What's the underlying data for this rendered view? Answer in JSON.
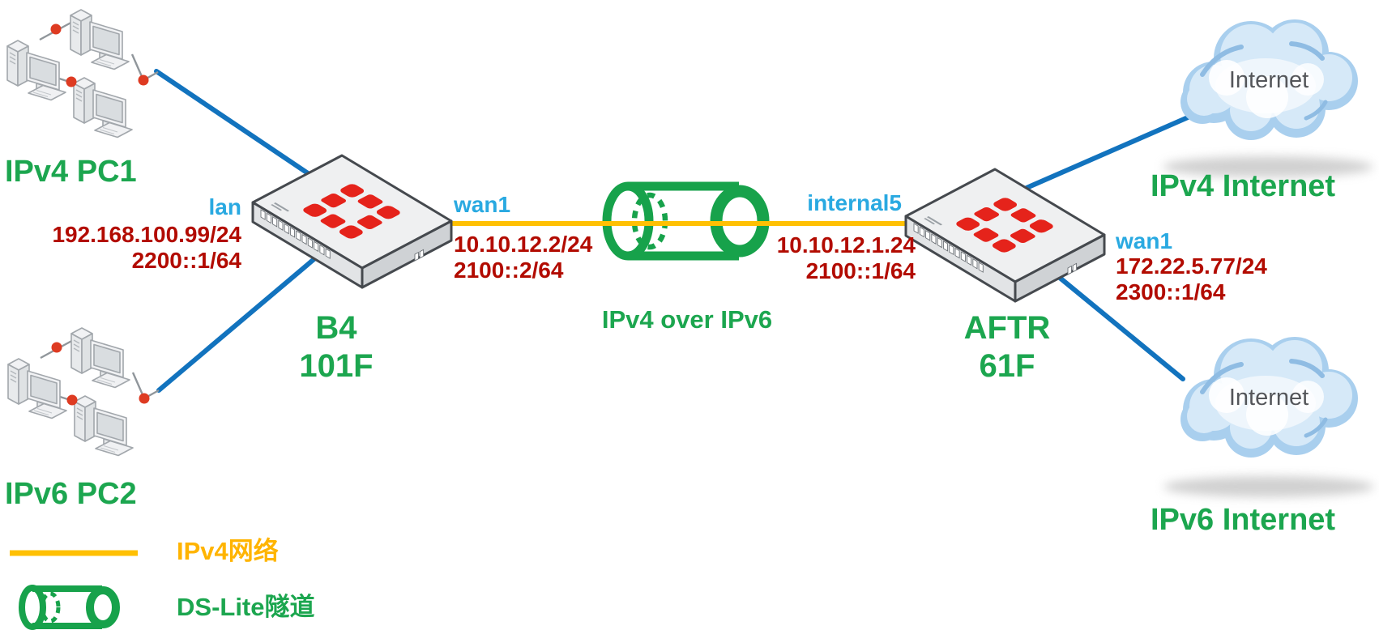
{
  "colors": {
    "label_green": "#1CA64F",
    "ip_dark_red": "#B20B00",
    "interface_light_blue": "#29A9E1",
    "link_blue": "#1273BE",
    "ipv4_line_yellow": "#FFC003",
    "legend_orange": "#FFB400",
    "tunnel_green": "#17A24B",
    "fortinet_logo_red": "#E5231B"
  },
  "nodes": {
    "pc1": {
      "label": "IPv4 PC1"
    },
    "pc2": {
      "label": "IPv6 PC2"
    },
    "b4": {
      "line1": "B4",
      "line2": "101F"
    },
    "aftr": {
      "line1": "AFTR",
      "line2": "61F"
    },
    "internet4": {
      "cloud_text": "Internet",
      "label": "IPv4 Internet"
    },
    "internet6": {
      "cloud_text": "Internet",
      "label": "IPv6 Internet"
    }
  },
  "interfaces": {
    "b4_lan": {
      "name": "lan",
      "ip1": "192.168.100.99/24",
      "ip2": "2200::1/64"
    },
    "b4_wan1": {
      "name": "wan1",
      "ip1": "10.10.12.2/24",
      "ip2": "2100::2/64"
    },
    "aftr_internal5": {
      "name": "internal5",
      "ip1": "10.10.12.1.24",
      "ip2": "2100::1/64"
    },
    "aftr_wan1": {
      "name": "wan1",
      "ip1": "172.22.5.77/24",
      "ip2": "2300::1/64"
    }
  },
  "tunnel": {
    "label": "IPv4 over IPv6"
  },
  "legend": {
    "ipv4_network": "IPv4网络",
    "dslite_tunnel": "DS-Lite隧道"
  }
}
